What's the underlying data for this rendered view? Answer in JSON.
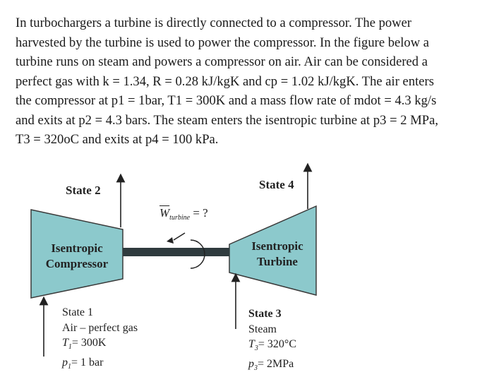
{
  "problem": {
    "lines": [
      "In turbochargers a turbine is directly connected to a compressor.  The power",
      "harvested by the turbine is used to power the compressor.  In the figure below a",
      "turbine runs on steam and powers a compressor on air.  Air can be considered a",
      "perfect gas with k = 1.34, R = 0.28 kJ/kgK and cp = 1.02 kJ/kgK.  The air enters",
      "the compressor at p1 = 1bar, T1 = 300K and a mass flow rate of mdot = 4.3 kg/s",
      "and exits at p2 = 4.3 bars.  The steam enters the isentropic turbine at p3 = 2 MPa,",
      "T3 = 320oC and exits at p4 = 100 kPa."
    ]
  },
  "figure": {
    "state2": "State 2",
    "state4": "State 4",
    "compressor": [
      "Isentropic",
      "Compressor"
    ],
    "turbine": [
      "Isentropic",
      "Turbine"
    ],
    "work_symbol": "W",
    "work_subscript": "turbine",
    "work_value": "= ?",
    "state1": {
      "title": "State 1",
      "medium": "Air – perfect gas",
      "t_sym": "T",
      "t_sub": "1",
      "t_val": "= 300K",
      "p_sym": "p",
      "p_sub": "1",
      "p_val": "= 1 bar"
    },
    "state3": {
      "title": "State 3",
      "medium": "Steam",
      "t_sym": "T",
      "t_sub": "3",
      "t_val": "= 320°C",
      "p_sym": "p",
      "p_sub": "3",
      "p_val": "= 2MPa"
    },
    "colors": {
      "device_fill": "#8cc9cc",
      "shaft": "#2f3b3e",
      "line": "#222222"
    }
  }
}
